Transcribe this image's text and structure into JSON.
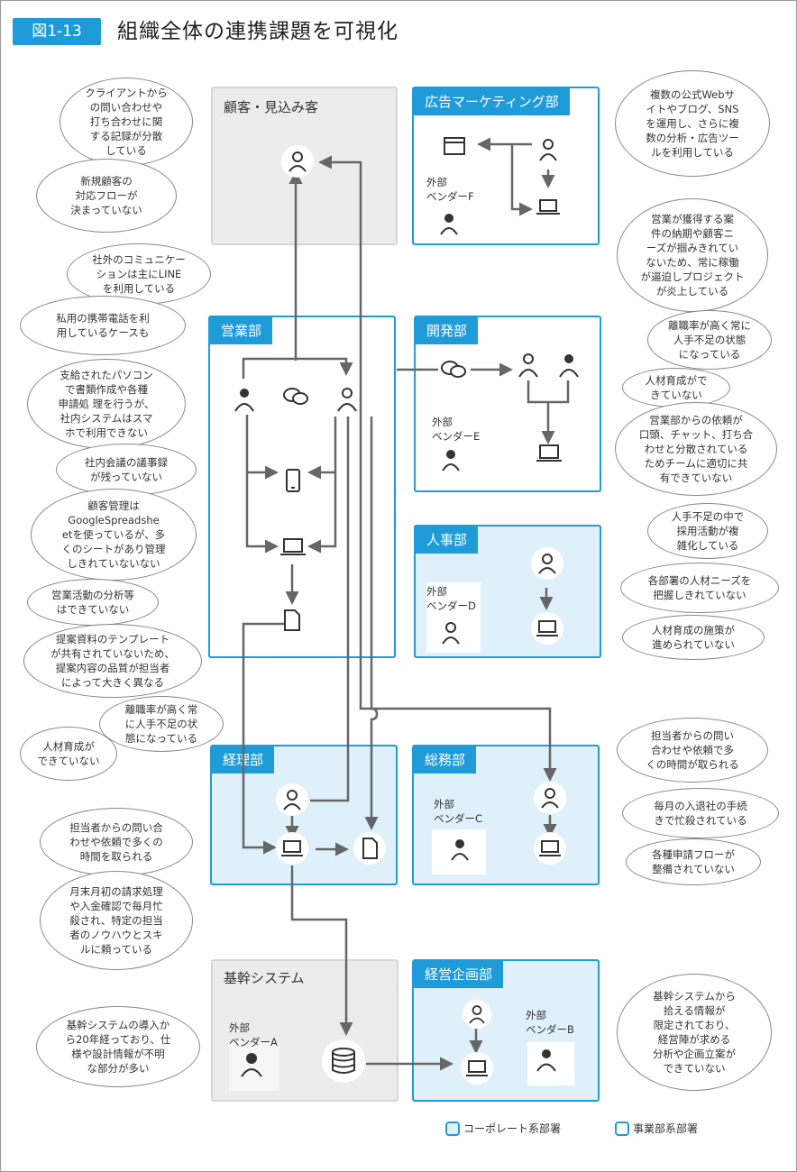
{
  "figure": {
    "label": "図1-13",
    "title": "組織全体の連携課題を可視化"
  },
  "colors": {
    "accent": "#1f9bd8",
    "corporate_fill": "#dff0fb",
    "customer_fill": "#ececec",
    "line": "#666666"
  },
  "departments": {
    "customer": "顧客・見込み客",
    "marketing": "広告マーケティング部",
    "sales": "営業部",
    "dev": "開発部",
    "hr": "人事部",
    "accounting": "経理部",
    "general": "総務部",
    "core": "基幹システム",
    "planning": "経営企画部"
  },
  "vendors": {
    "f": "外部\nベンダーF",
    "e": "外部\nベンダーE",
    "d": "外部\nベンダーD",
    "c": "外部\nベンダーC",
    "b": "外部\nベンダーB",
    "a": "外部\nベンダーA"
  },
  "bubbles": {
    "left": [
      "クライアントから\nの問い合わせや\n打ち合わせに関\nする記録が分散\nしている",
      "新規顧客の\n対応フローが\n決まっていない",
      "社外のコミュニケー\nションは主にLINE\nを利用している",
      "私用の携帯電話を利\n用しているケースも",
      "支給されたパソコン\nで書類作成や各種\n申請処 理を行うが、\n社内システムはスマ\nホで利用できない",
      "社内会議の議事録\nが残っていない",
      "顧客管理は\nGoogleSpreadshe\netを使っているが、多\nくのシートがあり管理\nしきれていないない",
      "営業活動の分析等\nはできていない",
      "提案資料のテンプレート\nが共有されていないため、\n提案内容の品質が担当者\nによって大きく異なる",
      "離職率が高く常\nに人手不足の状\n態になっている",
      "人材育成が\nできていない",
      "担当者からの問い合\nわせや依頼で多くの\n時間を取られる",
      "月末月初の請求処理\nや入金確認で毎月忙\n殺され、特定の担当\n者のノウハウとスキ\nルに頼っている",
      "基幹システムの導入か\nら20年経っており、仕\n様や設計情報が不明\nな部分が多い"
    ],
    "right": [
      "複数の公式Webサ\nイトやブログ、SNS\nを運用し、さらに複\n数の分析・広告ツー\nルを利用している",
      "営業が獲得する案\n件の納期や顧客ニ\nーズが掴みきれてい\nないため、常に稼働\nが逼迫しプロジェクト\nが炎上している",
      "離職率が高く常に\n人手不足の状態\nになっている",
      "人材育成がで\nきていない",
      "営業部からの依頼が\n口頭、チャット、打ち合\nわせと分散されている\nためチームに適切に共\n有できていない",
      "人手不足の中で\n採用活動が複\n雑化している",
      "各部署の人材ニーズを\n把握しきれていない",
      "人材育成の施策が\n進められていない",
      "担当者からの問い\n合わせや依頼で多\nくの時間が取られる",
      "毎月の入退社の手続\nきで忙殺されている",
      "各種申請フローが\n整備されていない",
      "基幹システムから\n拾える情報が\n限定されており、\n経営陣が求める\n分析や企画立案が\nできていない"
    ]
  },
  "legend": {
    "corporate": "コーポレート系部署",
    "business": "事業部系部署"
  }
}
